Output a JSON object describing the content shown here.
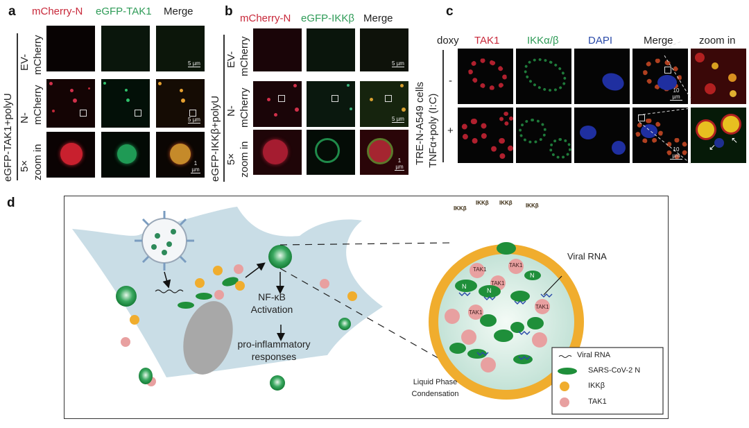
{
  "figure": {
    "panel_a": {
      "label": "a",
      "columns": [
        "mCherry-N",
        "eGFP-TAK1",
        "Merge"
      ],
      "condition": "eGFP-TAK1+polyU",
      "rows": [
        {
          "line1": "EV-",
          "line2": "mCherry"
        },
        {
          "line1": "N-",
          "line2": "mCherry"
        },
        {
          "line1": "5×",
          "line2": "zoom in"
        }
      ],
      "scale_bars": [
        "5 µm",
        "5 µm",
        "1 µm"
      ]
    },
    "panel_b": {
      "label": "b",
      "columns": [
        "mCherry-N",
        "eGFP-IKKβ",
        "Merge"
      ],
      "condition": "eGFP-IKKβ+polyU",
      "rows": [
        {
          "line1": "EV-",
          "line2": "mCherry"
        },
        {
          "line1": "N-",
          "line2": "mCherry"
        },
        {
          "line1": "5×",
          "line2": "zoom in"
        }
      ],
      "scale_bars": [
        "5 µm",
        "5 µm",
        "1 µm"
      ]
    },
    "panel_c": {
      "label": "c",
      "row_header": "doxy",
      "columns": [
        "TAK1",
        "IKKα/β",
        "DAPI",
        "Merge",
        "zoom in"
      ],
      "condition_line1": "TRE-N-A549 cells",
      "condition_line2": "TNFα+poly (I:C)",
      "rows": [
        "-",
        "+"
      ],
      "scale_bars": [
        "10 µm",
        "10 µm"
      ]
    },
    "panel_d": {
      "label": "d",
      "arrow_text_1": "NF-κB",
      "arrow_text_2": "Activation",
      "arrow_text_3": "pro-inflammatory",
      "arrow_text_4": "responses",
      "viral_rna_label": "Viral RNA",
      "condensate_caption_1": "Liquid Phase",
      "condensate_caption_2": "Condensation",
      "ikk_label": "IKKβ",
      "tak1_label": "TAK1",
      "n_label": "N",
      "legend": [
        {
          "name": "Viral RNA",
          "icon": "wavy-line-icon"
        },
        {
          "name": "SARS-CoV-2 N",
          "icon": "green-ellipse-icon",
          "color": "#1f8f3a"
        },
        {
          "name": "IKKβ",
          "icon": "orange-circle-icon",
          "color": "#f0ad2e"
        },
        {
          "name": "TAK1",
          "icon": "pink-circle-icon",
          "color": "#e8a0a0"
        }
      ]
    }
  }
}
